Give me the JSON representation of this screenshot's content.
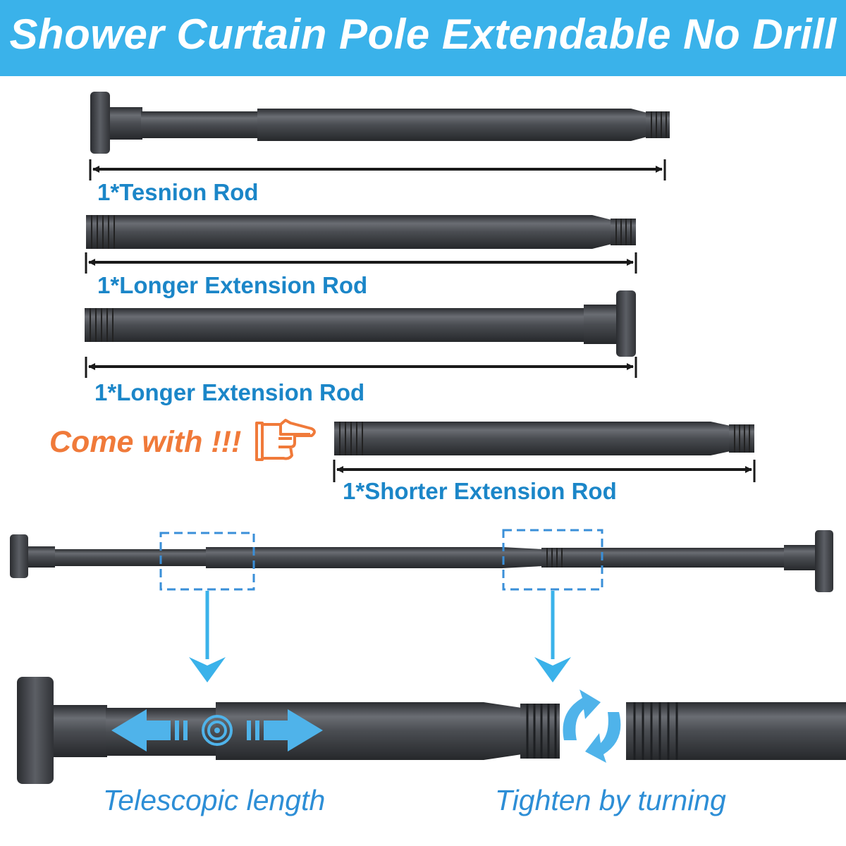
{
  "header": {
    "title": "Shower Curtain Pole Extendable No Drill"
  },
  "parts": [
    {
      "label": "1*Tesnion Rod"
    },
    {
      "label": "1*Longer Extension Rod"
    },
    {
      "label": "1*Longer Extension Rod"
    },
    {
      "label": "1*Shorter Extension Rod"
    }
  ],
  "promo": {
    "text": "Come with !!!",
    "icon": "pointing-hand-icon"
  },
  "features": [
    {
      "caption": "Telescopic length",
      "icon": "double-arrow-icon"
    },
    {
      "caption": "Tighten by turning",
      "icon": "rotate-arrows-icon"
    }
  ],
  "colors": {
    "banner": "#3ab2ea",
    "label": "#1b86c8",
    "promo": "#f07a3a",
    "rod": "#4a4d52",
    "callout": "#3a8fd8"
  }
}
